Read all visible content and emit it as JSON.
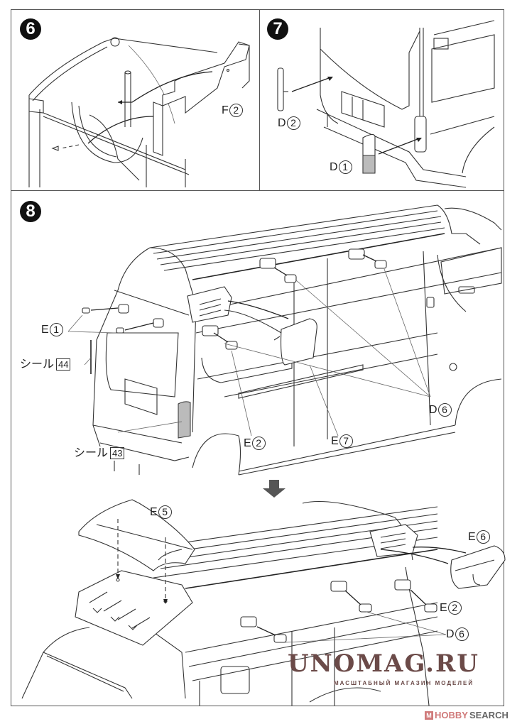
{
  "step6": {
    "number": "6",
    "parts": [
      {
        "letter": "F",
        "num": "2"
      }
    ]
  },
  "step7": {
    "number": "7",
    "parts": [
      {
        "letter": "D",
        "num": "2"
      },
      {
        "letter": "D",
        "num": "1"
      }
    ]
  },
  "step8": {
    "number": "8",
    "parts_upper": [
      {
        "letter": "E",
        "num": "1"
      },
      {
        "letter": "E",
        "num": "2"
      },
      {
        "letter": "E",
        "num": "7"
      },
      {
        "letter": "D",
        "num": "6"
      }
    ],
    "stickers": [
      {
        "label": "シール",
        "num": "44"
      },
      {
        "label": "シール",
        "num": "43"
      }
    ],
    "parts_lower": [
      {
        "letter": "E",
        "num": "5"
      },
      {
        "letter": "E",
        "num": "6"
      },
      {
        "letter": "E",
        "num": "2"
      },
      {
        "letter": "D",
        "num": "6"
      }
    ],
    "next_arrow_icon": "down-arrow"
  },
  "watermark": {
    "title": "UNOMAG.RU",
    "subtitle": "МАСШТАБНЫЙ МАГАЗИН МОДЕЛЕЙ",
    "color": "#6b4a48"
  },
  "credit": {
    "brand_a": "HOBBY",
    "brand_b": "SEARCH",
    "logo_letter": "M",
    "color_a": "#d07a7a",
    "color_b": "#666666"
  }
}
